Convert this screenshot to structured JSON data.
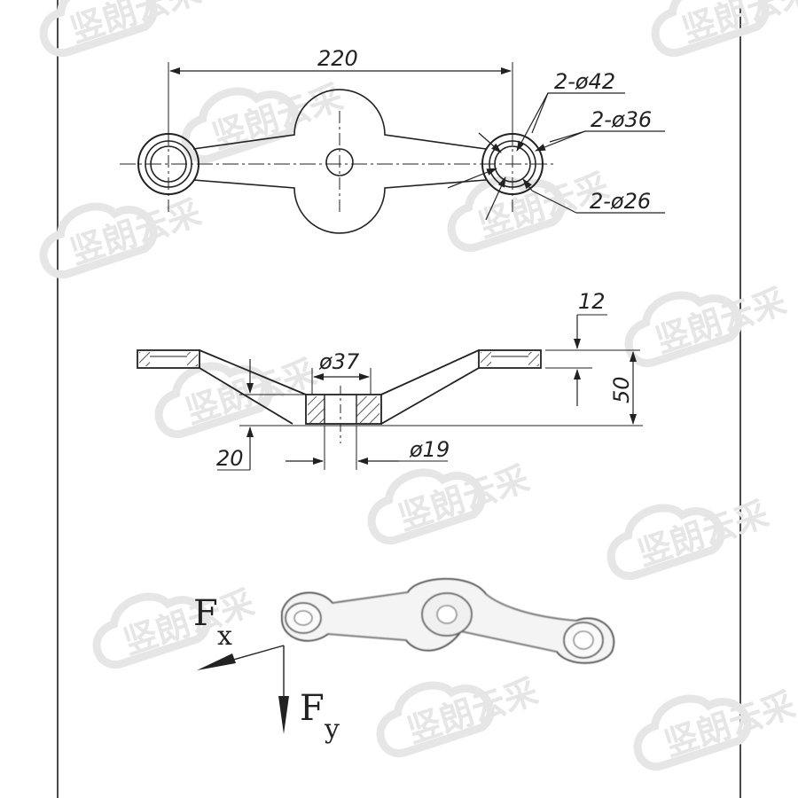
{
  "watermark": {
    "text": "竖朗云采",
    "color": "#e6e6e6"
  },
  "top_view": {
    "dim_length": "220",
    "dim_outer_dia": "2-ø42",
    "dim_mid_dia": "2-ø36",
    "dim_inner_dia": "2-ø26"
  },
  "side_view": {
    "dim_thickness": "12",
    "dim_height": "50",
    "dim_base": "20",
    "dim_hub_dia": "ø37",
    "dim_bore_dia": "ø19"
  },
  "forces": {
    "fx_main": "F",
    "fx_sub": "x",
    "fy_main": "F",
    "fy_sub": "y"
  },
  "colors": {
    "line": "#222222",
    "hatch": "#333333",
    "frame": "#4a4a4a"
  }
}
